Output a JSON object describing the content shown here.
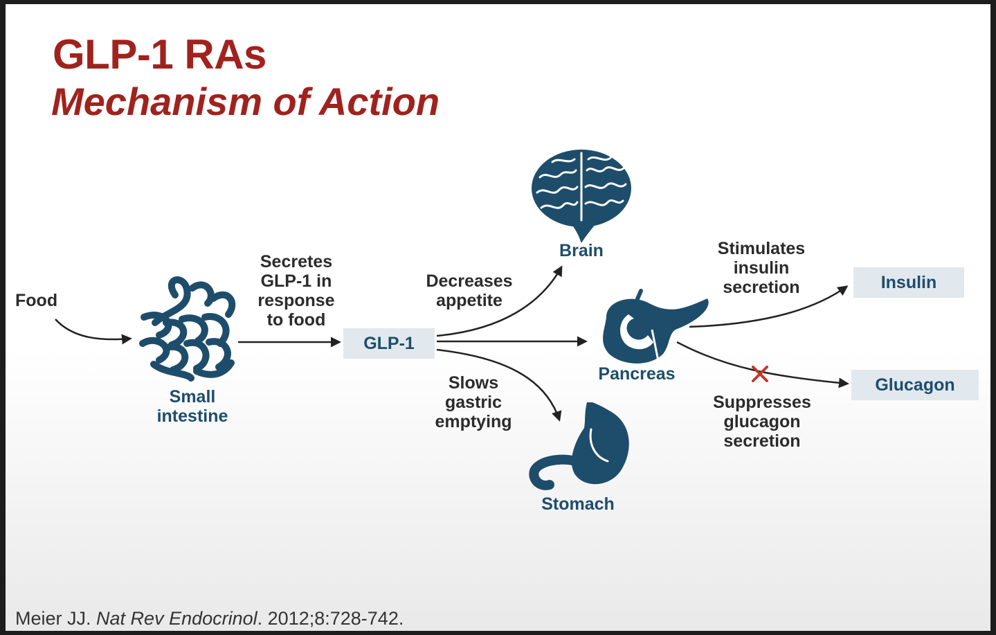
{
  "slide": {
    "title": "GLP-1 RAs",
    "subtitle": "Mechanism of Action"
  },
  "diagram": {
    "food": "Food",
    "small_intestine": "Small\nintestine",
    "secretes": "Secretes\nGLP-1 in\nresponse\nto food",
    "glp1_box": "GLP-1",
    "decreases_appetite": "Decreases\nappetite",
    "brain": "Brain",
    "slows_gastric": "Slows\ngastric\nemptying",
    "stomach": "Stomach",
    "pancreas": "Pancreas",
    "stimulates_insulin": "Stimulates\ninsulin\nsecretion",
    "insulin_box": "Insulin",
    "suppresses_glucagon": "Suppresses\nglucagon\nsecretion",
    "glucagon_box": "Glucagon"
  },
  "citation": {
    "author": "Meier JJ. ",
    "journal": "Nat Rev Endocrinol",
    "details": ". 2012;8:728-742."
  },
  "colors": {
    "title": "#a0221e",
    "organ": "#1e4d6b",
    "box_bg": "#e1e8ee",
    "arrow": "#222222",
    "block_x": "#c0392b"
  },
  "icons": [
    "small-intestine-icon",
    "brain-icon",
    "pancreas-icon",
    "stomach-icon"
  ]
}
